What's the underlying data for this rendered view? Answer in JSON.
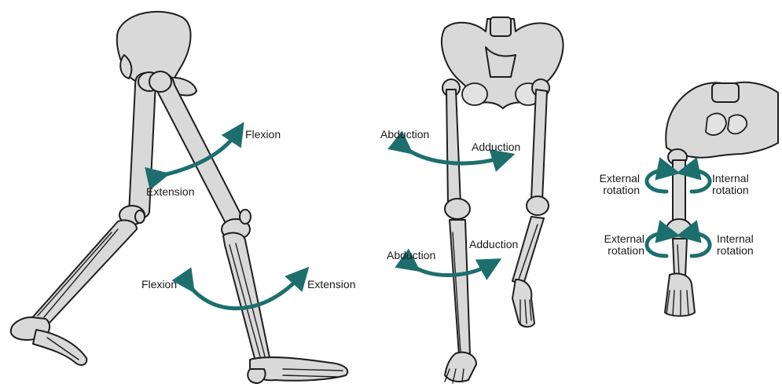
{
  "colors": {
    "arrow": "#1d6f6e",
    "bone_fill": "#d9d9d9",
    "bone_outline": "#1e1e1e"
  },
  "panels": {
    "lateral": {
      "hip_flexion": "Flexion",
      "hip_extension": "Extension",
      "knee_flexion": "Flexion",
      "knee_extension": "Extension"
    },
    "anterior": {
      "hip_abduction": "Abduction",
      "hip_adduction": "Adduction",
      "knee_abduction": "Abduction",
      "knee_adduction": "Adduction"
    },
    "rotation": {
      "hip_external": "External\nrotation",
      "hip_internal": "Internal\nrotation",
      "knee_external": "External\nrotation",
      "knee_internal": "Internal\nrotation"
    }
  }
}
